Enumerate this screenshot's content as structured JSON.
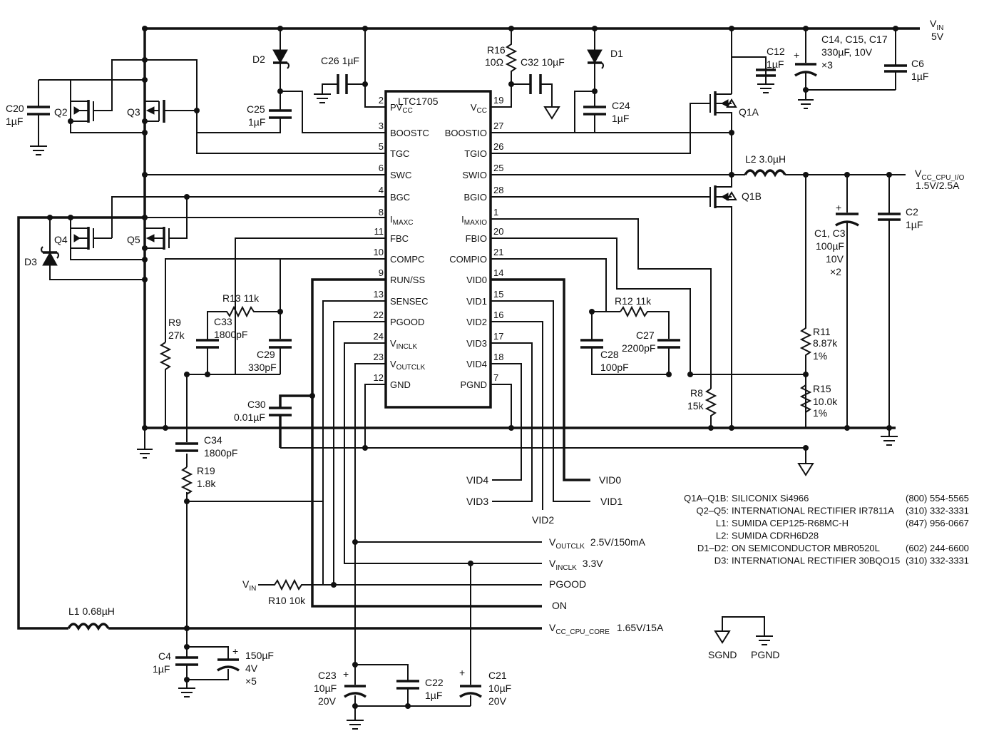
{
  "ic": {
    "name": "LTC1705",
    "left_pins": [
      {
        "num": "2",
        "label": "PV",
        "sub": "CC"
      },
      {
        "num": "3",
        "label": "BOOSTC",
        "sub": ""
      },
      {
        "num": "5",
        "label": "TGC",
        "sub": ""
      },
      {
        "num": "6",
        "label": "SWC",
        "sub": ""
      },
      {
        "num": "4",
        "label": "BGC",
        "sub": ""
      },
      {
        "num": "8",
        "label": "I",
        "sub": "MAXC"
      },
      {
        "num": "11",
        "label": "FBC",
        "sub": ""
      },
      {
        "num": "10",
        "label": "COMPC",
        "sub": ""
      },
      {
        "num": "9",
        "label": "RUN/SS",
        "sub": ""
      },
      {
        "num": "13",
        "label": "SENSEC",
        "sub": ""
      },
      {
        "num": "22",
        "label": "PGOOD",
        "sub": ""
      },
      {
        "num": "24",
        "label": "V",
        "sub": "INCLK"
      },
      {
        "num": "23",
        "label": "V",
        "sub": "OUTCLK"
      },
      {
        "num": "12",
        "label": "GND",
        "sub": ""
      }
    ],
    "right_pins": [
      {
        "num": "19",
        "label": "V",
        "sub": "CC"
      },
      {
        "num": "27",
        "label": "BOOSTIO",
        "sub": ""
      },
      {
        "num": "26",
        "label": "TGIO",
        "sub": ""
      },
      {
        "num": "25",
        "label": "SWIO",
        "sub": ""
      },
      {
        "num": "28",
        "label": "BGIO",
        "sub": ""
      },
      {
        "num": "1",
        "label": "I",
        "sub": "MAXIO"
      },
      {
        "num": "20",
        "label": "FBIO",
        "sub": ""
      },
      {
        "num": "21",
        "label": "COMPIO",
        "sub": ""
      },
      {
        "num": "14",
        "label": "VID0",
        "sub": ""
      },
      {
        "num": "15",
        "label": "VID1",
        "sub": ""
      },
      {
        "num": "16",
        "label": "VID2",
        "sub": ""
      },
      {
        "num": "17",
        "label": "VID3",
        "sub": ""
      },
      {
        "num": "18",
        "label": "VID4",
        "sub": ""
      },
      {
        "num": "7",
        "label": "PGND",
        "sub": ""
      }
    ]
  },
  "labels": {
    "vin_top": "V",
    "vin_top_sub": "IN",
    "vin_top_val": "5V",
    "c14": "C14, C15, C17",
    "c14_val": "330µF, 10V",
    "c14_mult": "×3",
    "c6": "C6",
    "c6_val": "1µF",
    "c12": "C12",
    "c12_val": "1µF",
    "q1a": "Q1A",
    "q1b": "Q1B",
    "l2": "L2  3.0µH",
    "vcc_io": "V",
    "vcc_io_sub": "CC_CPU_I/O",
    "vcc_io_val": "1.5V/2.5A",
    "c1": "C1, C3",
    "c1_val": "100µF",
    "c1_v": "10V",
    "c1_mult": "×2",
    "c2": "C2",
    "c2_val": "1µF",
    "r11": "R11",
    "r11_val": "8.87k",
    "r11_tol": "1%",
    "r15": "R15",
    "r15_val": "10.0k",
    "r15_tol": "1%",
    "r8": "R8",
    "r8_val": "15k",
    "r12": "R12  11k",
    "c27": "C27",
    "c27_val": "2200pF",
    "c28": "C28",
    "c28_val": "100pF",
    "r16": "R16",
    "r16_val": "10Ω",
    "c32": "C32  10µF",
    "d1": "D1",
    "d2": "D2",
    "c24": "C24",
    "c24_val": "1µF",
    "c26": "C26  1µF",
    "c25": "C25",
    "c25_val": "1µF",
    "c20": "C20",
    "c20_val": "1µF",
    "q2": "Q2",
    "q3": "Q3",
    "q4": "Q4",
    "q5": "Q5",
    "d3": "D3",
    "r9": "R9",
    "r9_val": "27k",
    "r13": "R13  11k",
    "c33": "C33",
    "c33_val": "1800pF",
    "c29": "C29",
    "c29_val": "330pF",
    "c30": "C30",
    "c30_val": "0.01µF",
    "c34": "C34",
    "c34_val": "1800pF",
    "r19": "R19",
    "r19_val": "1.8k",
    "vid4": "VID4",
    "vid3": "VID3",
    "vid2": "VID2",
    "vid1": "VID1",
    "vid0": "VID0",
    "voutclk": "V",
    "voutclk_sub": "OUTCLK",
    "voutclk_val": "2.5V/150mA",
    "vinclk": "V",
    "vinclk_sub": "INCLK",
    "vinclk_val": "3.3V",
    "vin_left": "V",
    "vin_left_sub": "IN",
    "r10": "R10 10k",
    "pgood": "PGOOD",
    "on": "ON",
    "l1": "L1  0.68µH",
    "vcc_core": "V",
    "vcc_core_sub": "CC_CPU_CORE",
    "vcc_core_val": "1.65V/15A",
    "c4": "C4",
    "c4_val": "1µF",
    "c150": "150µF",
    "c150_v": "4V",
    "c150_mult": "×5",
    "c23": "C23",
    "c23_val": "10µF",
    "c23_v": "20V",
    "c22": "C22",
    "c22_val": "1µF",
    "c21": "C21",
    "c21_val": "10µF",
    "c21_v": "20V",
    "sgnd": "SGND",
    "pgnd": "PGND"
  },
  "bom": [
    {
      "ref": "Q1A–Q1B:",
      "part": "SILICONIX Si4966",
      "phone": "(800) 554-5565"
    },
    {
      "ref": "Q2–Q5:",
      "part": "INTERNATIONAL RECTIFIER IR7811A",
      "phone": "(310) 332-3331"
    },
    {
      "ref": "L1:",
      "part": "SUMIDA CEP125-R68MC-H",
      "phone": "(847) 956-0667"
    },
    {
      "ref": "L2:",
      "part": "SUMIDA CDRH6D28",
      "phone": ""
    },
    {
      "ref": "D1–D2:",
      "part": "ON SEMICONDUCTOR MBR0520L",
      "phone": "(602) 244-6600"
    },
    {
      "ref": "D3:",
      "part": "INTERNATIONAL RECTIFIER 30BQO15",
      "phone": "(310) 332-3331"
    }
  ]
}
